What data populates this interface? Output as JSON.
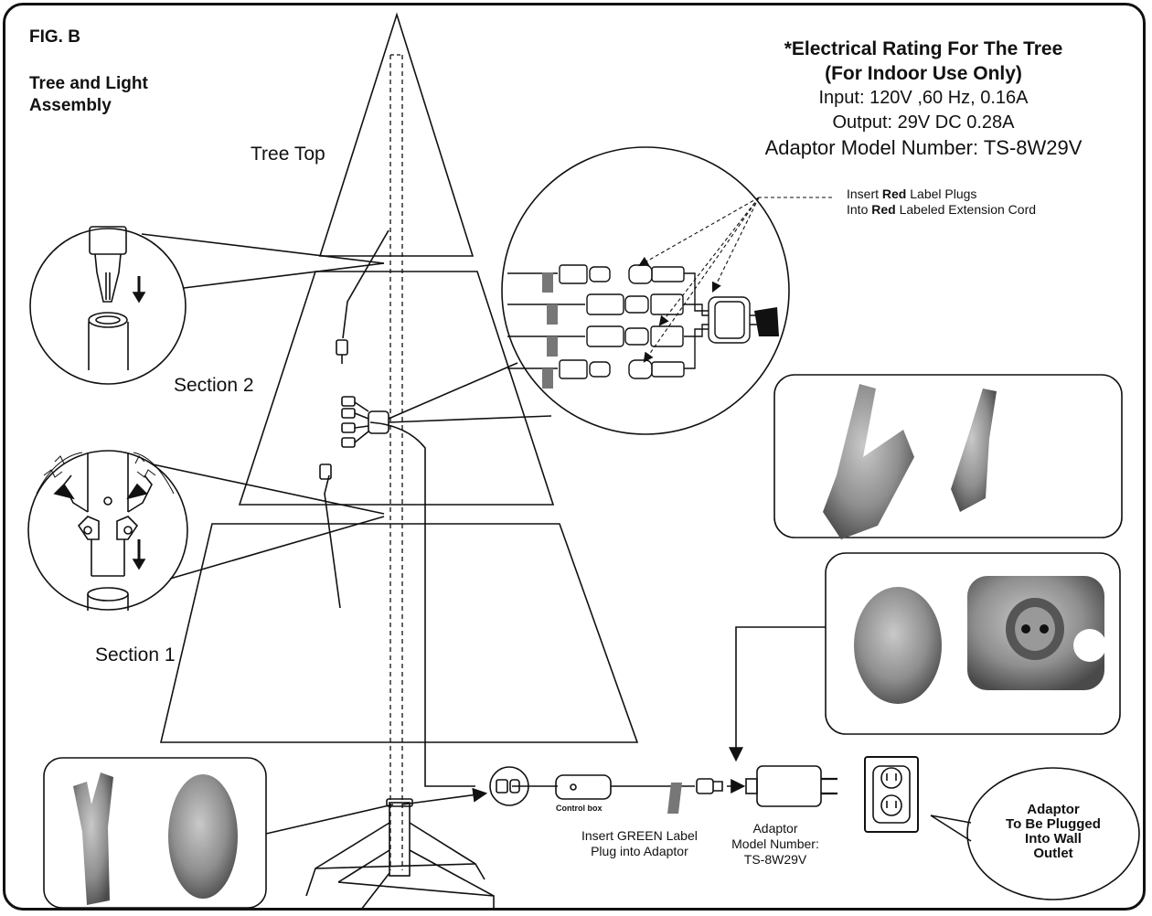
{
  "figure_label": "FIG. B",
  "title_line1": "Tree and Light",
  "title_line2": "Assembly",
  "rating": {
    "heading": "*Electrical Rating For The Tree",
    "subheading": "(For Indoor Use Only)",
    "input": "Input: 120V ,60 Hz, 0.16A",
    "output": "Output: 29V DC 0.28A",
    "adaptor_prefix": "Adaptor Model Number: ",
    "adaptor_model": "TS-8W29V"
  },
  "sections": {
    "tree_top": "Tree Top",
    "section2": "Section 2",
    "section1": "Section 1"
  },
  "red_note": {
    "l1_a": "Insert ",
    "l1_red": "Red",
    "l1_b": " Label Plugs",
    "l2_a": "Into ",
    "l2_red": "Red",
    "l2_b": " Labeled Extension Cord"
  },
  "control_box": "Control box",
  "green_note": [
    "Insert GREEN Label",
    "Plug into Adaptor"
  ],
  "adaptor_note": [
    "Adaptor",
    "Model Number:",
    "TS-8W29V"
  ],
  "wall_callout": [
    "Adaptor",
    "To Be Plugged",
    "Into Wall",
    "Outlet"
  ],
  "colors": {
    "ink": "#111111",
    "photo_gray": "#8a8a8a",
    "tape_gray": "#777777"
  }
}
